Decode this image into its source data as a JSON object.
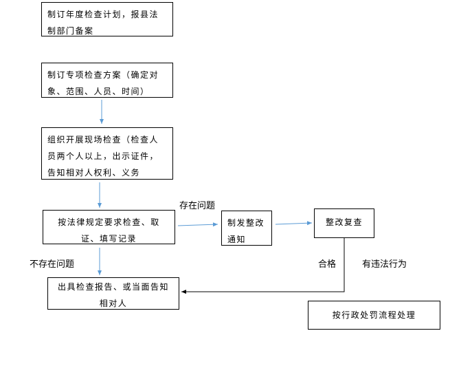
{
  "colors": {
    "arrow": "#5b9bd5",
    "border": "#000000",
    "text": "#000000",
    "background": "#ffffff"
  },
  "nodes": {
    "plan": "制订年度检查计划，报县法制部门备案",
    "scheme": "制订专项检查方案（确定对象、范围、人员、时间）",
    "organize": "组织开展现场检查（检查人员两个人以上，出示证件，告知相对人权利、义务",
    "inspect": "按法律规定要求检查、取证、填写记录",
    "notice": "制发整改通知",
    "recheck": "整改复查",
    "report": "出具检查报告、或当面告知相对人",
    "penalty": "按行政处罚流程处理"
  },
  "edge_labels": {
    "has_problem": "存在问题",
    "no_problem": "不存在问题",
    "qualified": "合格",
    "illegal": "有违法行为"
  }
}
